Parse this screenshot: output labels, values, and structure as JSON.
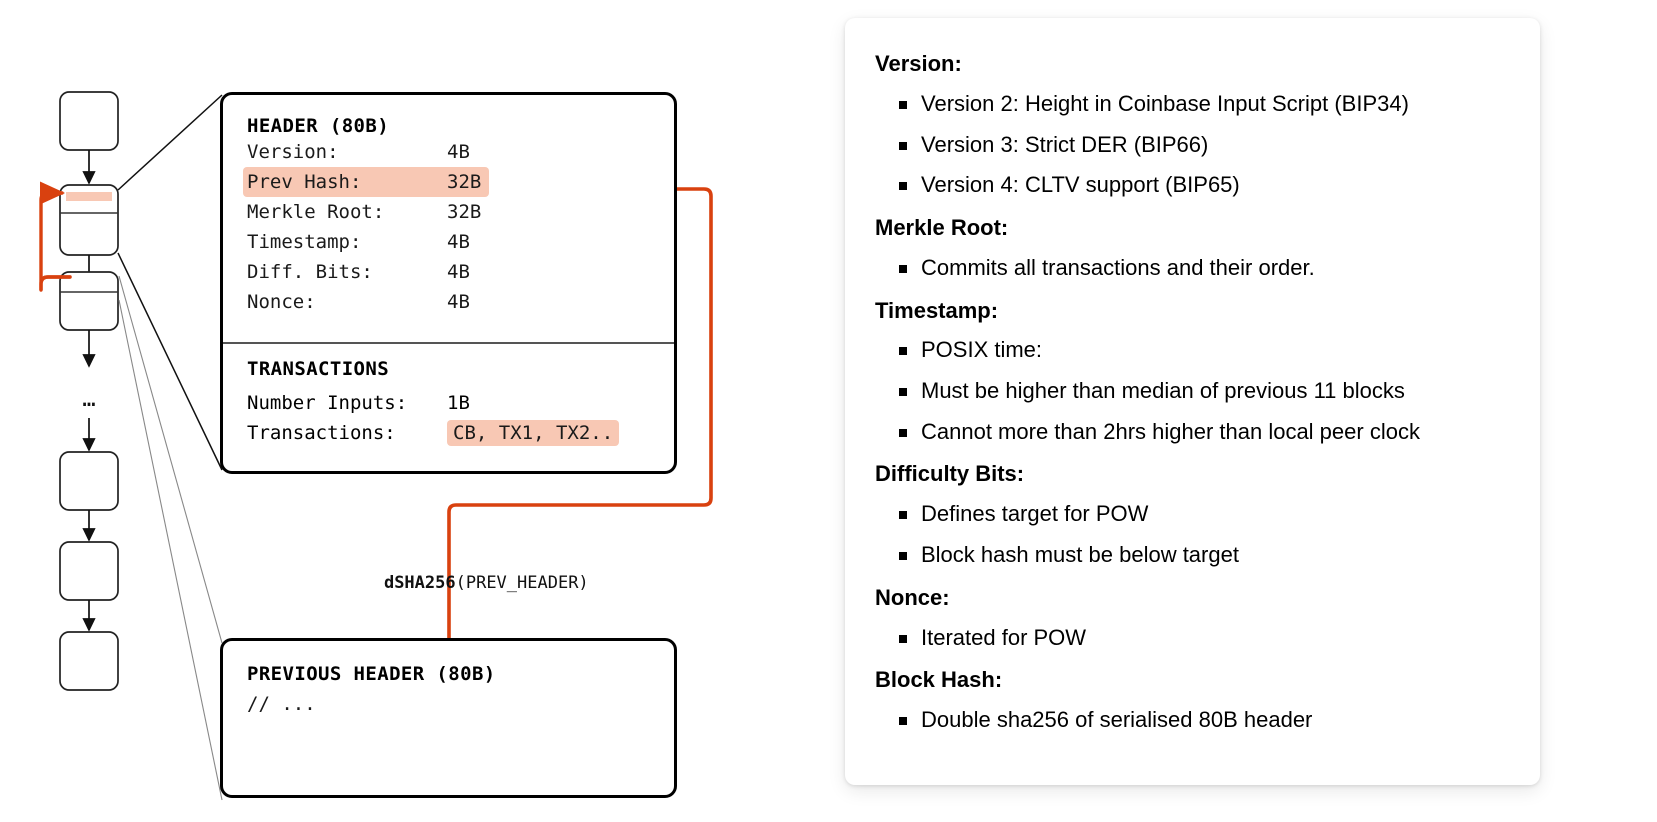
{
  "chain": {
    "ellipsis": "...",
    "blocks": [
      {
        "name": "block-1",
        "split": false,
        "highlighted": false
      },
      {
        "name": "block-2",
        "split": true,
        "highlighted": true
      },
      {
        "name": "block-3",
        "split": true,
        "highlighted": false
      },
      {
        "name": "block-4",
        "split": false,
        "highlighted": false
      },
      {
        "name": "block-5",
        "split": false,
        "highlighted": false
      },
      {
        "name": "block-6",
        "split": false,
        "highlighted": false
      }
    ]
  },
  "header_box": {
    "title": "HEADER (80B)",
    "fields": [
      {
        "name": "Version:",
        "size": "4B",
        "highlight": false
      },
      {
        "name": "Prev Hash:",
        "size": "32B",
        "highlight": true
      },
      {
        "name": "Merkle Root:",
        "size": "32B",
        "highlight": false
      },
      {
        "name": "Timestamp:",
        "size": "4B",
        "highlight": false
      },
      {
        "name": "Diff. Bits:",
        "size": "4B",
        "highlight": false
      },
      {
        "name": "Nonce:",
        "size": "4B",
        "highlight": false
      }
    ],
    "transactions_title": "TRANSACTIONS",
    "number_inputs_label": "Number Inputs:",
    "number_inputs_value": "1B",
    "transactions_label": "Transactions:",
    "transactions_value": "CB, TX1, TX2.."
  },
  "prev_header_box": {
    "title": "PREVIOUS HEADER (80B)",
    "comment": "// ..."
  },
  "hash_label": {
    "fn": "dSHA256",
    "arg": "(PREV_HEADER)"
  },
  "info_panel": {
    "sections": [
      {
        "heading": "Version:",
        "items": [
          "Version 2: Height in Coinbase Input Script (BIP34)",
          "Version 3: Strict DER (BIP66)",
          "Version 4: CLTV support (BIP65)"
        ]
      },
      {
        "heading": "Merkle Root:",
        "items": [
          "Commits all transactions and their order."
        ]
      },
      {
        "heading": "Timestamp:",
        "items": [
          "POSIX time:",
          "Must be higher than median of previous 11 blocks",
          "Cannot more than 2hrs higher than local peer clock"
        ]
      },
      {
        "heading": "Difficulty Bits:",
        "items": [
          "Defines target for POW",
          "Block hash must be below target"
        ]
      },
      {
        "heading": "Nonce:",
        "items": [
          "Iterated for POW"
        ]
      },
      {
        "heading": "Block Hash:",
        "items": [
          "Double sha256 of serialised 80B header"
        ]
      }
    ]
  },
  "colors": {
    "accent_orange": "#d9410f",
    "highlight_peach": "#f8c8b4",
    "stroke_black": "#000000",
    "page_bg": "#ffffff"
  }
}
